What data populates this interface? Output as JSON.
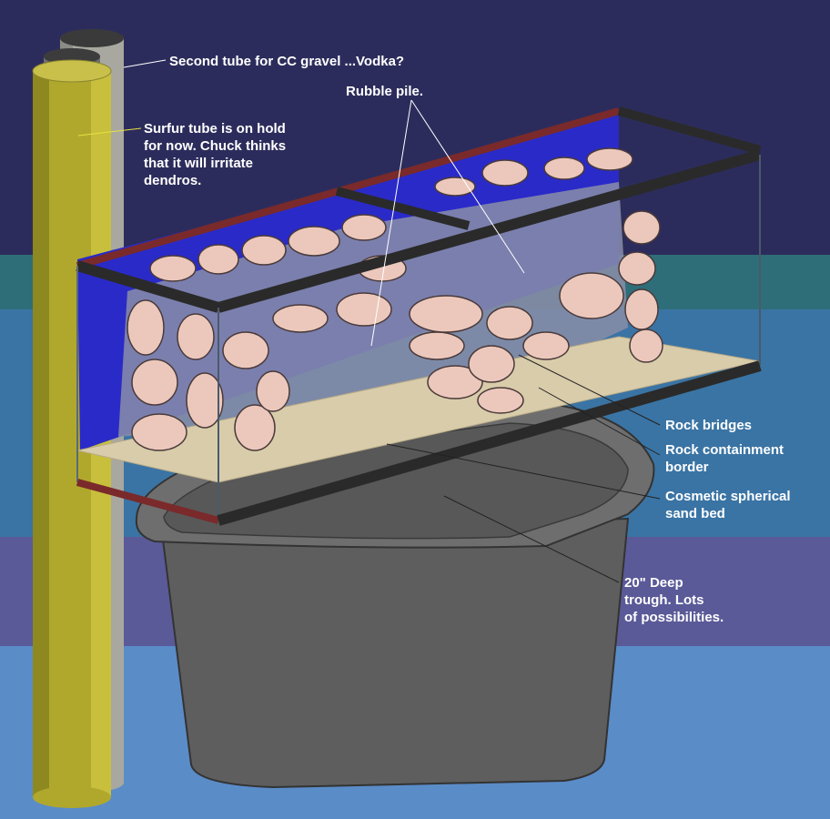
{
  "colors": {
    "band_top": "#2c2c5c",
    "band_teal": "#2e6e78",
    "band_blue": "#3a74a4",
    "band_purple": "#5a5a98",
    "band_bottom": "#5a8cc8",
    "tube_yellow": "#b0a82c",
    "tube_gray": "#a8a8a0",
    "trough": "#5e5e5e",
    "frame": "#2a2a2a",
    "frame_red": "#7a2a2a",
    "sand": "#d8ccaa",
    "rock": "#ecc8bc",
    "water_back": "#2020c8",
    "label_text": "#ffffff"
  },
  "annotations": {
    "second_tube": "Second tube for CC gravel ...Vodka?",
    "rubble_pile": "Rubble pile.",
    "surfur_tube": [
      "Surfur tube is on hold",
      "for now. Chuck thinks",
      "that it will irritate",
      "dendros."
    ],
    "rock_bridges": "Rock bridges",
    "rock_containment": [
      "Rock containment",
      "border"
    ],
    "sand_bed": [
      "Cosmetic spherical",
      "sand bed"
    ],
    "trough": [
      "20\" Deep",
      "trough. Lots",
      "of possibilities."
    ]
  }
}
